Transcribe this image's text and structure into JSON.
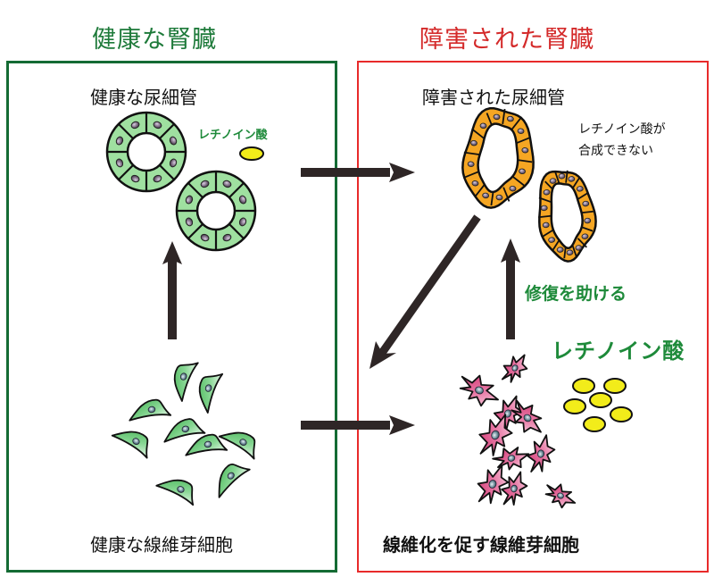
{
  "left_panel": {
    "title": "健康な腎臓",
    "tubule_label": "健康な尿細管",
    "retinoic_acid_label": "レチノイン酸",
    "fibroblast_label": "健康な線維芽細胞",
    "color": "#146b34"
  },
  "right_panel": {
    "title": "障害された腎臓",
    "tubule_label": "障害された尿細管",
    "note_line1": "レチノイン酸が",
    "note_line2": "合成できない",
    "repair_label": "修復を助ける",
    "retinoic_acid_label": "レチノイン酸",
    "fibroblast_label": "線維化を促す線維芽細胞",
    "color": "#e82a2a"
  },
  "colors": {
    "healthy_cell": "#9fe0a0",
    "damaged_cell": "#f5a623",
    "healthy_fibroblast": "#4cc05a",
    "fibrotic_fibroblast": "#e0508a",
    "retinoic_acid": "#f2ec1a",
    "arrow": "#2e2626"
  }
}
